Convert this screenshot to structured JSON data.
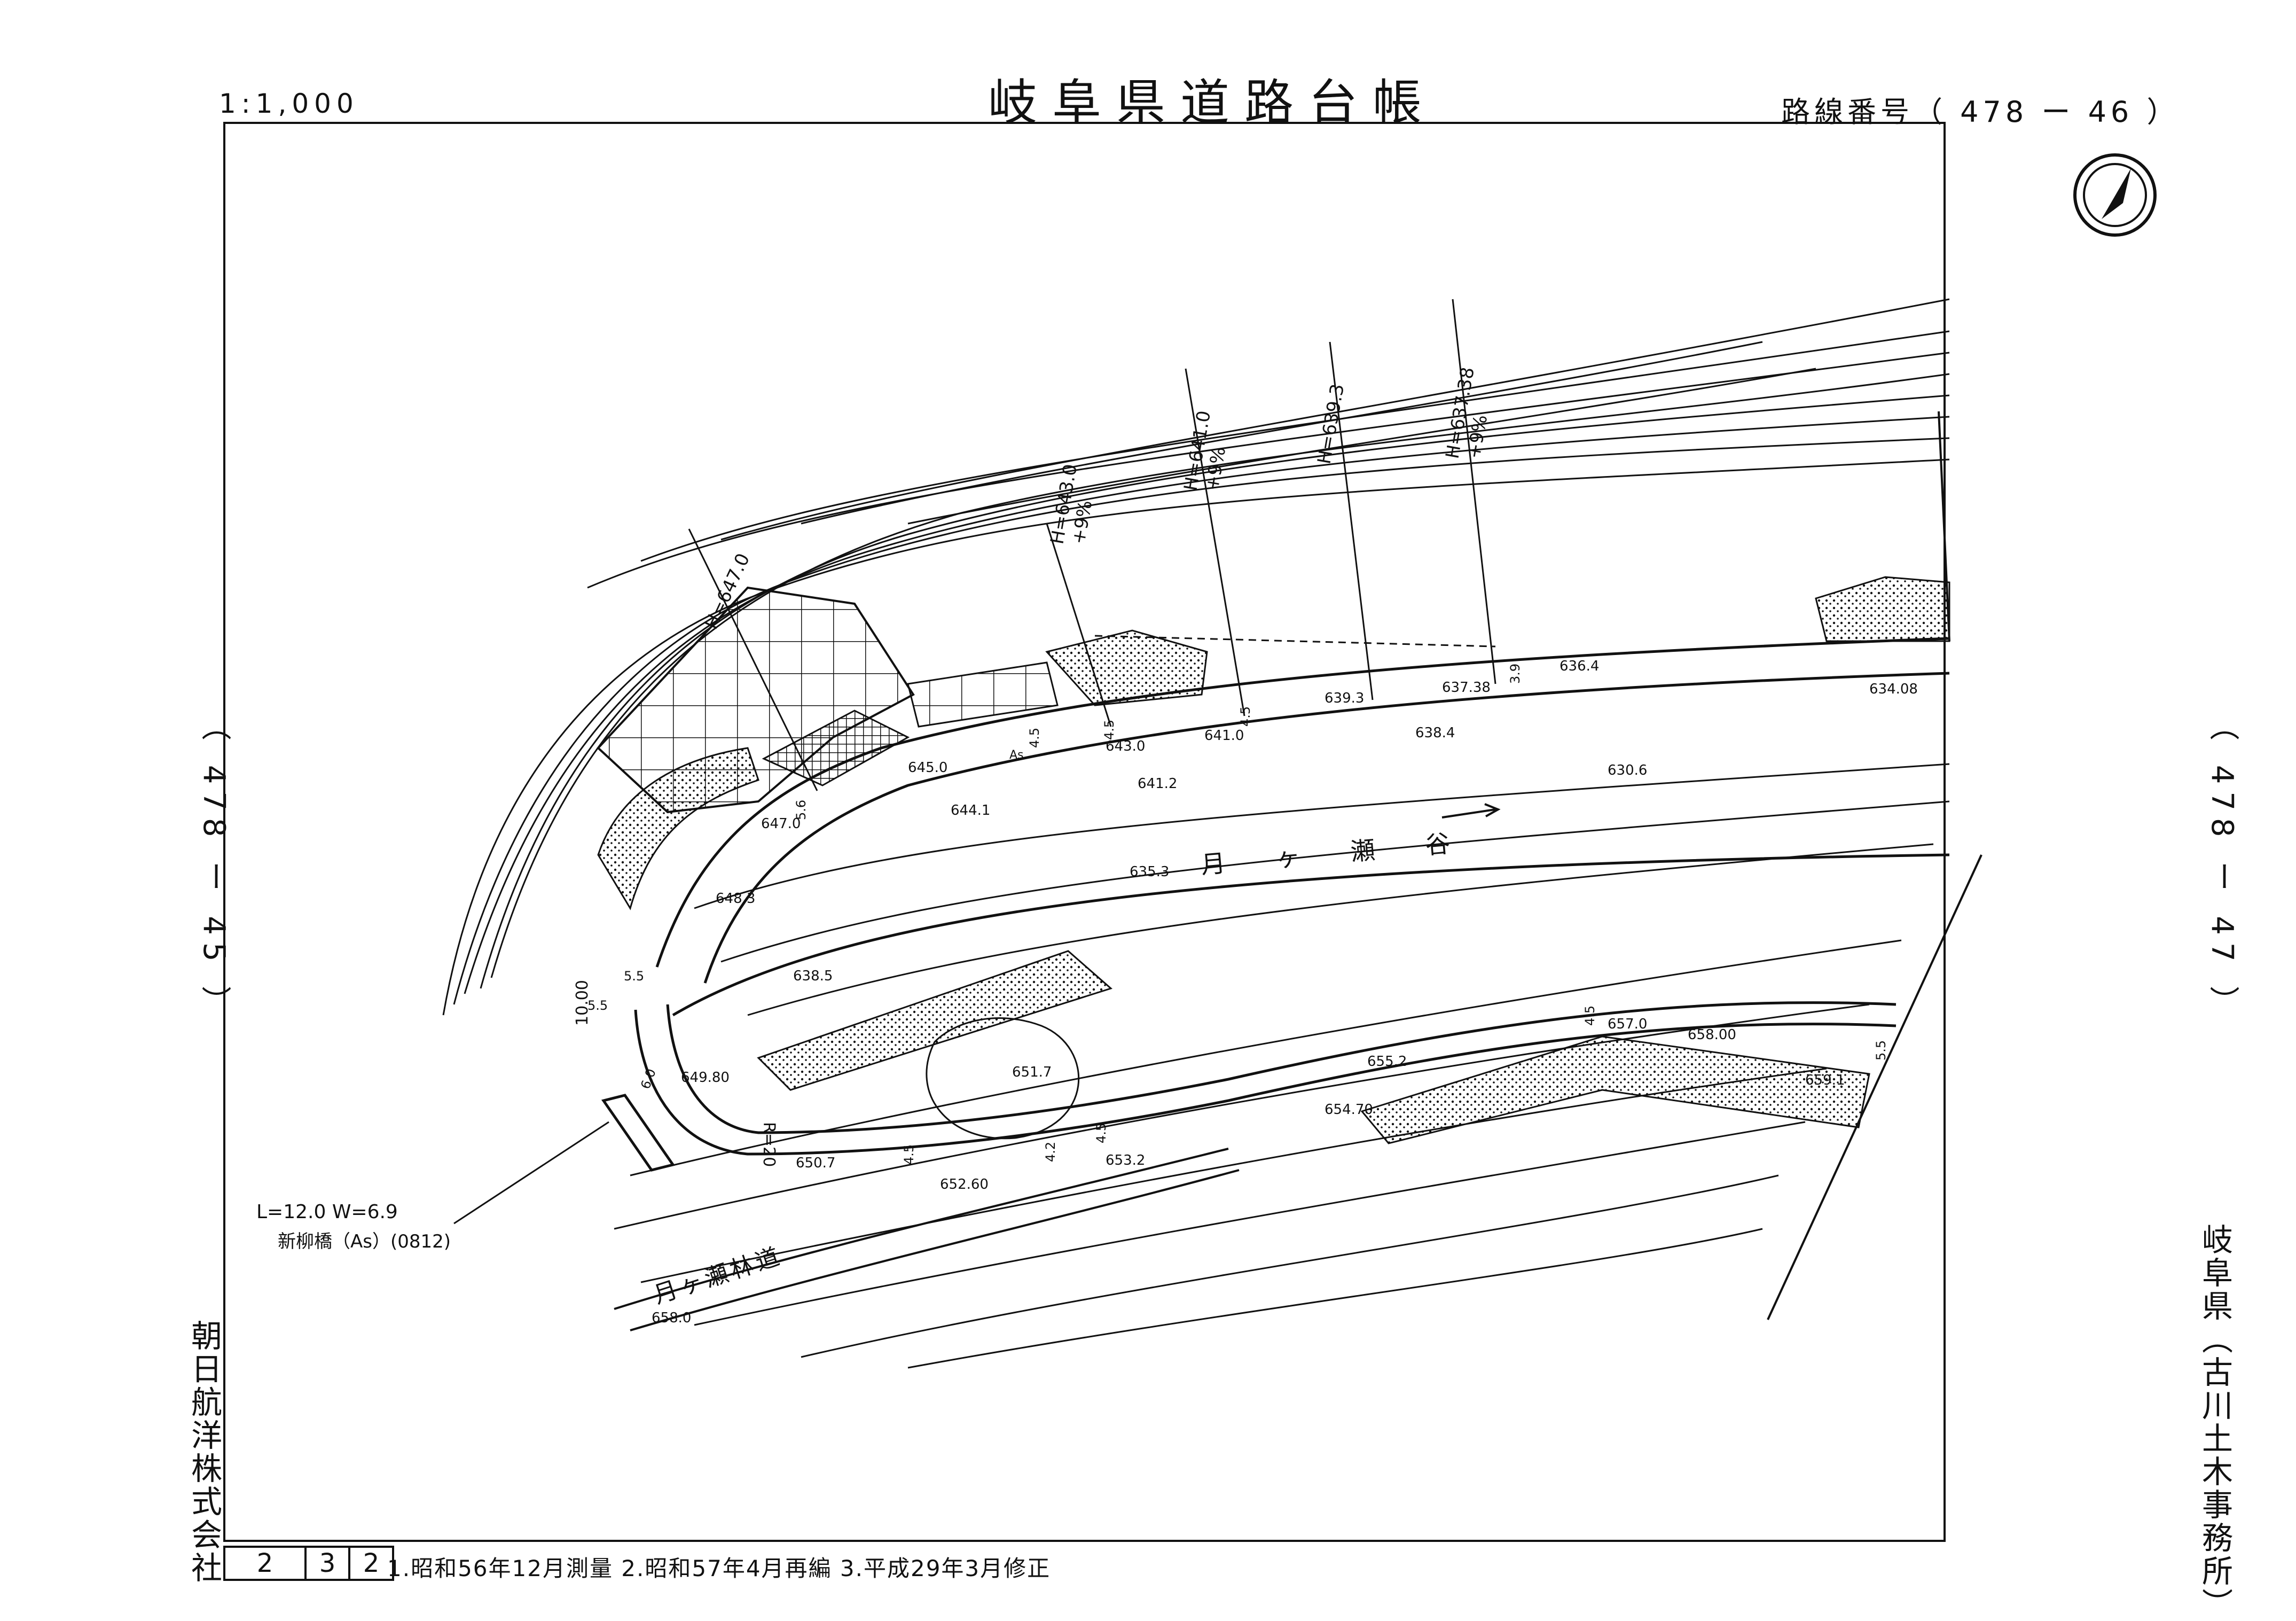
{
  "header": {
    "scale": "1:1,000",
    "title": "岐阜県道路台帳",
    "route_number": "路線番号（ 478 ー 46 ）"
  },
  "adjacent_sheets": {
    "left": "（ 478 ー 45 ）",
    "right": "（ 478 ー 47 ）"
  },
  "office": "岐阜県（古川土木事務所）",
  "company": "朝日航洋株式会社",
  "sheet_index": [
    "2",
    "3",
    "2"
  ],
  "history": "1.昭和56年12月測量 2.昭和57年4月再編 3.平成29年3月修正",
  "map": {
    "valley_name": "月 ヶ 瀬 谷",
    "forest_road_name": "月ヶ瀬林道",
    "bridge_dims": "L=12.0 W=6.9",
    "bridge_name": "新柳橋（As）(0812)",
    "radius_label": "R=20",
    "width_label": "10.00",
    "pavement_label": "As",
    "station_labels": [
      "H=647.0",
      "H=643.0",
      "H=641.0",
      "H=639.3",
      "H=637.38"
    ],
    "gradient_labels": [
      "+9%",
      "+9%",
      "+9%"
    ],
    "road_widths": [
      "4.5",
      "4.5",
      "4.5",
      "3.9",
      "5.6",
      "5.5",
      "5.5",
      "6.0",
      "4.5",
      "4.2",
      "4.5",
      "4.5",
      "5.5"
    ],
    "elevations": [
      "645.0",
      "643.0",
      "641.0",
      "639.3",
      "637.38",
      "636.4",
      "634.08",
      "638.4",
      "630.6",
      "641.2",
      "644.1",
      "647.0",
      "648.3",
      "635.3",
      "638.5",
      "651.7",
      "649.80",
      "650.7",
      "652.60",
      "653.2",
      "654.70",
      "655.2",
      "657.0",
      "658.00",
      "659.1",
      "658.0"
    ],
    "north_symbol": "north-arrow"
  },
  "colors": {
    "ink": "#111111",
    "paper": "#ffffff"
  }
}
